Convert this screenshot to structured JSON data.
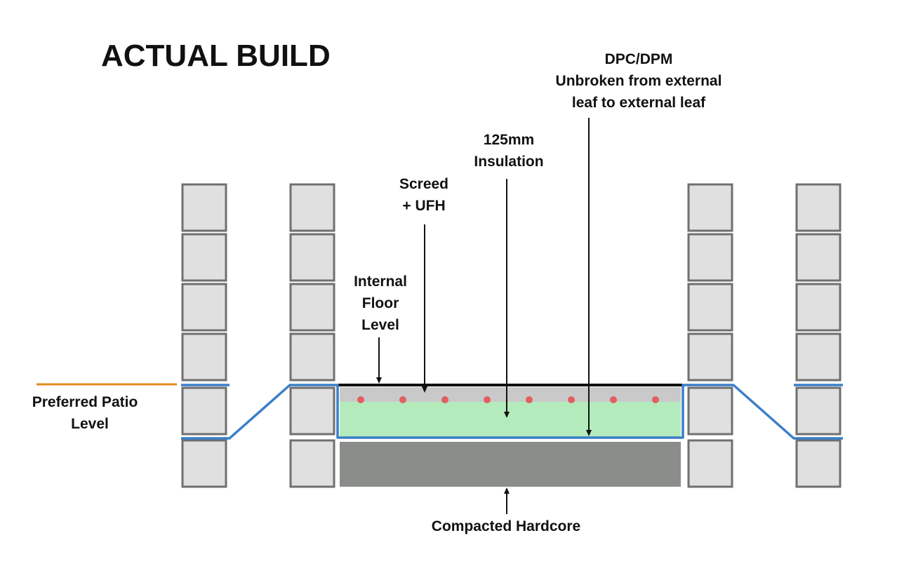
{
  "title": "ACTUAL BUILD",
  "labels": {
    "dpc_dpm": [
      "DPC/DPM",
      "Unbroken from external",
      "leaf to external leaf"
    ],
    "insulation": [
      "125mm",
      "Insulation"
    ],
    "screed": [
      "Screed",
      "+ UFH"
    ],
    "internal_floor": [
      "Internal",
      "Floor",
      "Level"
    ],
    "patio": [
      "Preferred Patio",
      "Level"
    ],
    "hardcore": "Compacted Hardcore"
  },
  "colors": {
    "dpc_line": "#3a7fc8",
    "patio_line": "#e08a1e",
    "brick_fill": "#e0e0e0",
    "brick_stroke": "#6f6f6f",
    "screed": "#c9c9c9",
    "insulation": "#b3ebbd",
    "hardcore": "#8b8d8a",
    "ufh_pipe": "#e06060",
    "floor_line": "#111111"
  }
}
